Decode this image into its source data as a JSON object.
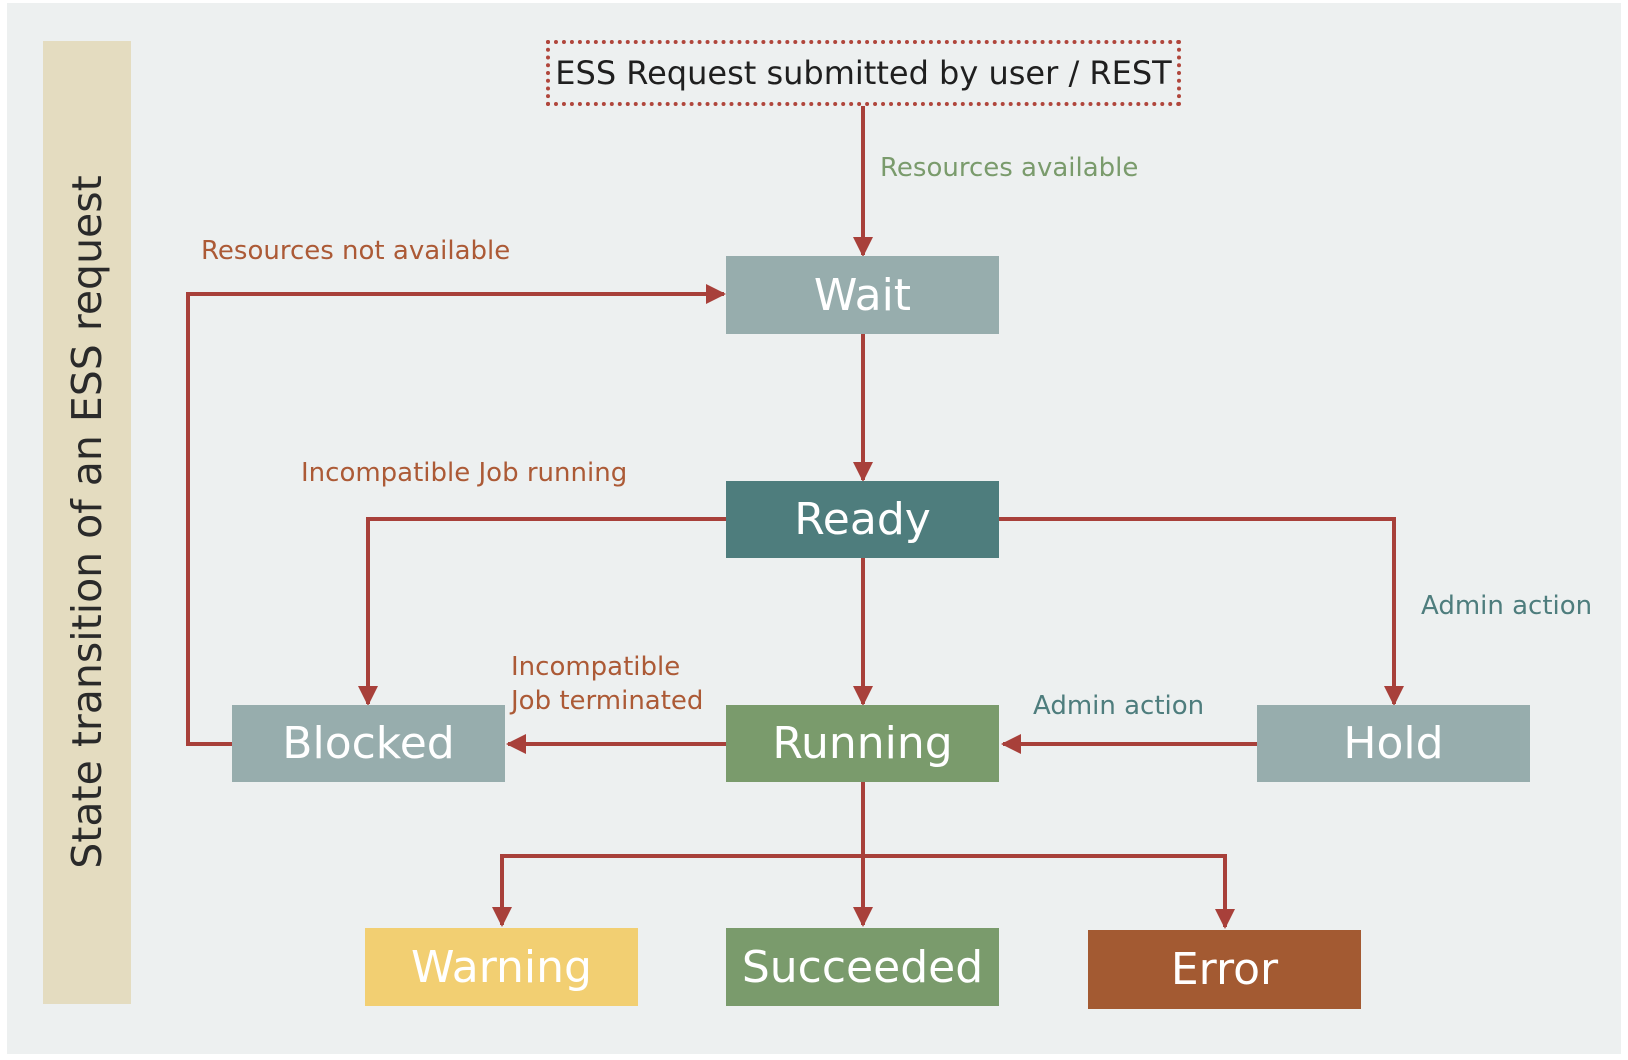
{
  "side_title": "State transition of an ESS request",
  "start": "ESS Request submitted by user / REST",
  "states": {
    "wait": "Wait",
    "ready": "Ready",
    "blocked": "Blocked",
    "running": "Running",
    "hold": "Hold",
    "warning": "Warning",
    "succeeded": "Succeeded",
    "error": "Error"
  },
  "labels": {
    "resources_available": "Resources available",
    "resources_not_available": "Resources not available",
    "incompatible_job_running": "Incompatible Job running",
    "incompatible_job_terminated_1": "Incompatible",
    "incompatible_job_terminated_2": "Job terminated",
    "admin_action_hold": "Admin action",
    "admin_action_running": "Admin action"
  },
  "colors": {
    "canvas": "#edf0f0",
    "side_band": "#e4dcc0",
    "arrow": "#a8403a",
    "wait": "#97adad",
    "ready": "#4e7d7d",
    "blocked": "#97adad",
    "running": "#7a9b6c",
    "hold": "#97adad",
    "warning": "#f2cf72",
    "succeeded": "#7a9b6c",
    "error": "#a35a32",
    "label_green": "#7a9b6c",
    "label_orange": "#ac5a36",
    "label_teal": "#4e7d7d"
  }
}
